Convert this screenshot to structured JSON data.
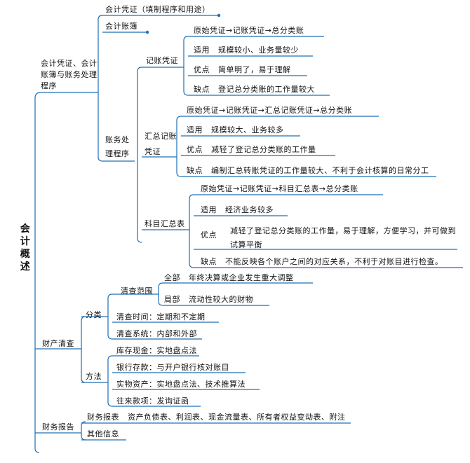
{
  "root": "会计概述",
  "vouchers": {
    "label": "会计凭证、会计账簿与账务处理程序",
    "voucher": "会计凭证（填制程序和用途）",
    "ledger": "会计账簿",
    "procedure": "账务处理程序",
    "jizhang": {
      "label": "记账凭证",
      "flow": "原始凭证→记账凭证→总分类账",
      "apply_k": "适用",
      "apply_v": "规模较小、业务量较少",
      "adv_k": "优点",
      "adv_v": "简单明了，易于理解",
      "dis_k": "缺点",
      "dis_v": "登记总分类账的工作量较大"
    },
    "huizong": {
      "label": "汇总记账凭证",
      "flow": "原始凭证→记账凭证→汇总记账凭证→总分类账",
      "apply_k": "适用",
      "apply_v": "规模较大、业务较多",
      "adv_k": "优点",
      "adv_v": "减轻了登记总分类账的工作量",
      "dis_k": "缺点",
      "dis_v": "编制汇总转账凭证的工作量较大、不利于会计核算的日常分工"
    },
    "kemu": {
      "label": "科目汇总表",
      "flow": "原始凭证→记账凭证→科目汇总表→总分类账",
      "apply_k": "适用",
      "apply_v": "经济业务较多",
      "adv_k": "优点",
      "adv_v": "减轻了登记总分类账的工作量，易于理解，方便学习，并可做到试算平衡",
      "dis_k": "缺点",
      "dis_v": "不能反映各个账户之间的对应关系，不利于对账目进行检查。"
    }
  },
  "property": {
    "label": "财产清查",
    "classify": "分类",
    "scope": "清查范围",
    "full_k": "全部",
    "full_v": "年终决算或企业发生重大调整",
    "part_k": "局部",
    "part_v": "流动性较大的财物",
    "time": "清查时间：定期和不定期",
    "system": "清查系统：内部和外部",
    "method": "方法",
    "cash": "库存现金：实地盘点法",
    "bank": "银行存款：与开户银行核对账目",
    "goods": "实物资产：实地盘点法、技术推算法",
    "receivable": "往来款项：发询证函"
  },
  "report": {
    "label": "财务报告",
    "fs_k": "财务报表",
    "fs_v": "资产负债表、利润表、现金流量表、所有者权益变动表、附注",
    "other": "其他信息"
  }
}
